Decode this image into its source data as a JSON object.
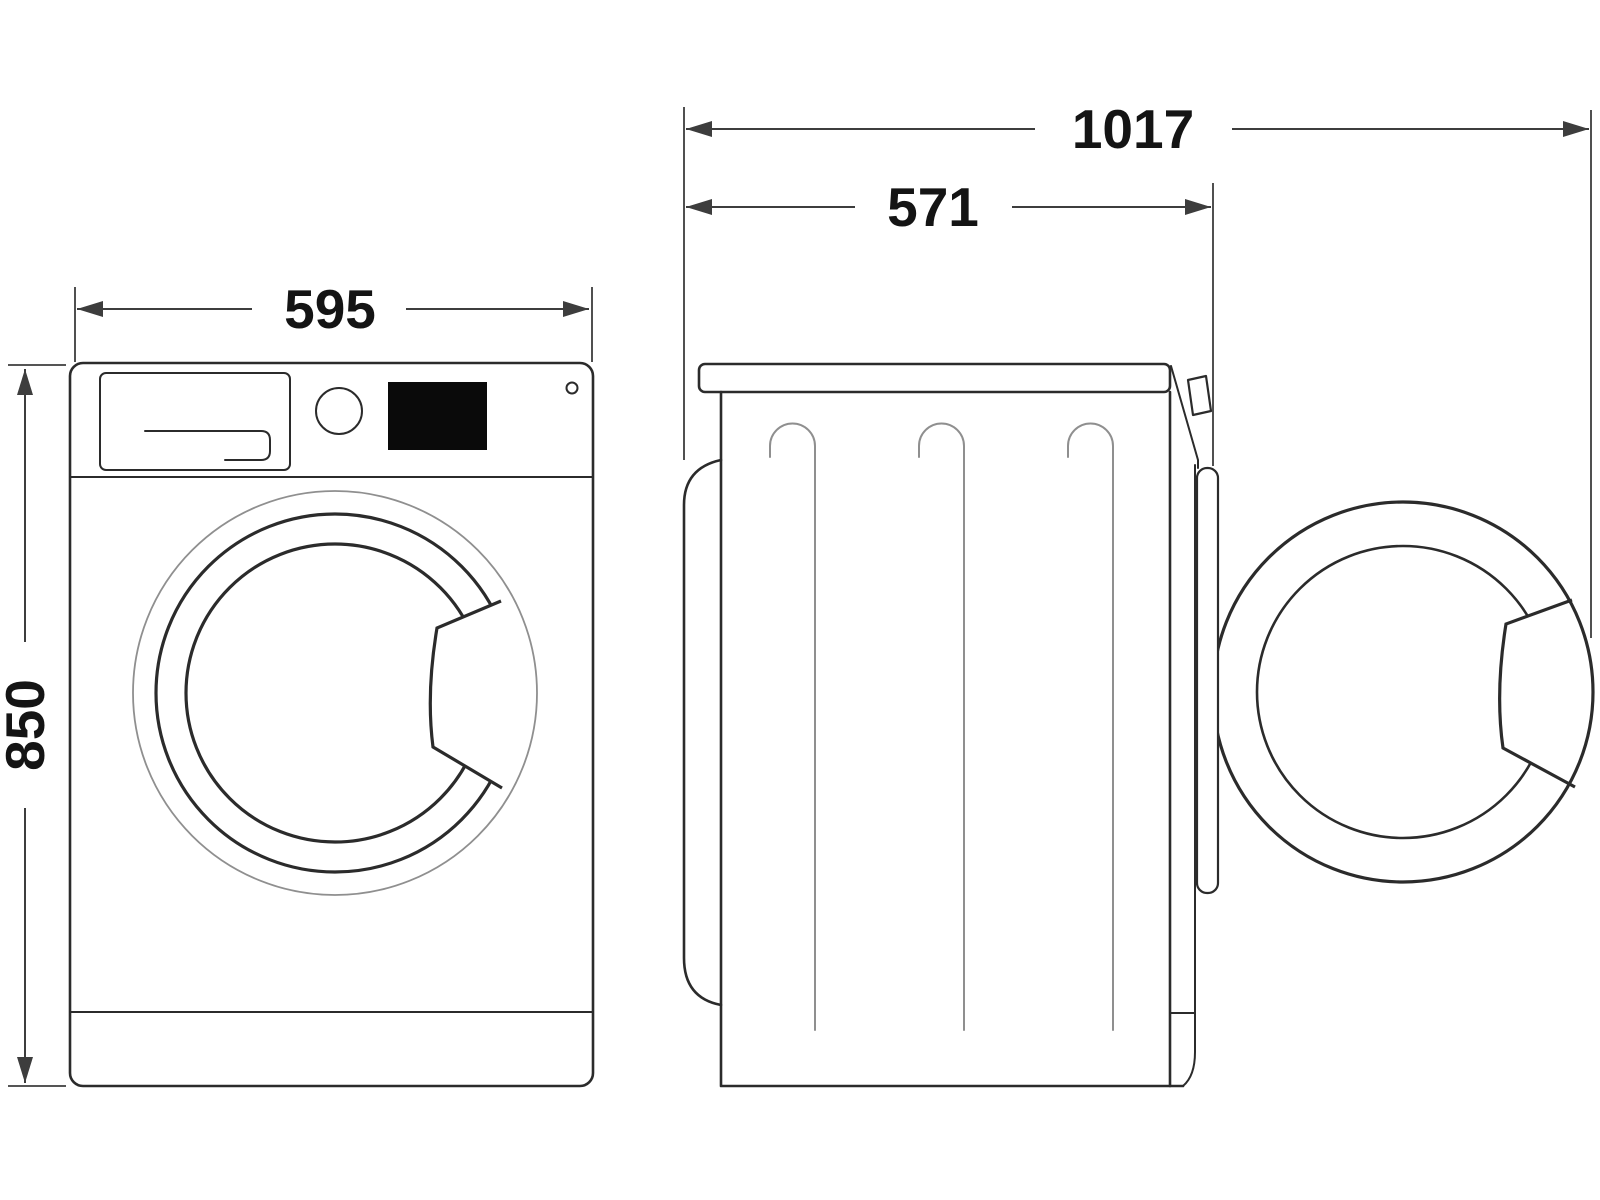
{
  "diagram": {
    "kind": "appliance-dimension-drawing",
    "dimensions": {
      "front_width": {
        "label": "595"
      },
      "front_height": {
        "label": "850"
      },
      "depth_total": {
        "label": "1017"
      },
      "depth_body": {
        "label": "571"
      }
    }
  },
  "colors": {
    "bg": "#ffffff",
    "line": "#2b2b2b",
    "line-light": "#8f8f8f",
    "dim": "#3d3d3d",
    "text": "#141414",
    "display-fill": "#0a0a0a"
  }
}
